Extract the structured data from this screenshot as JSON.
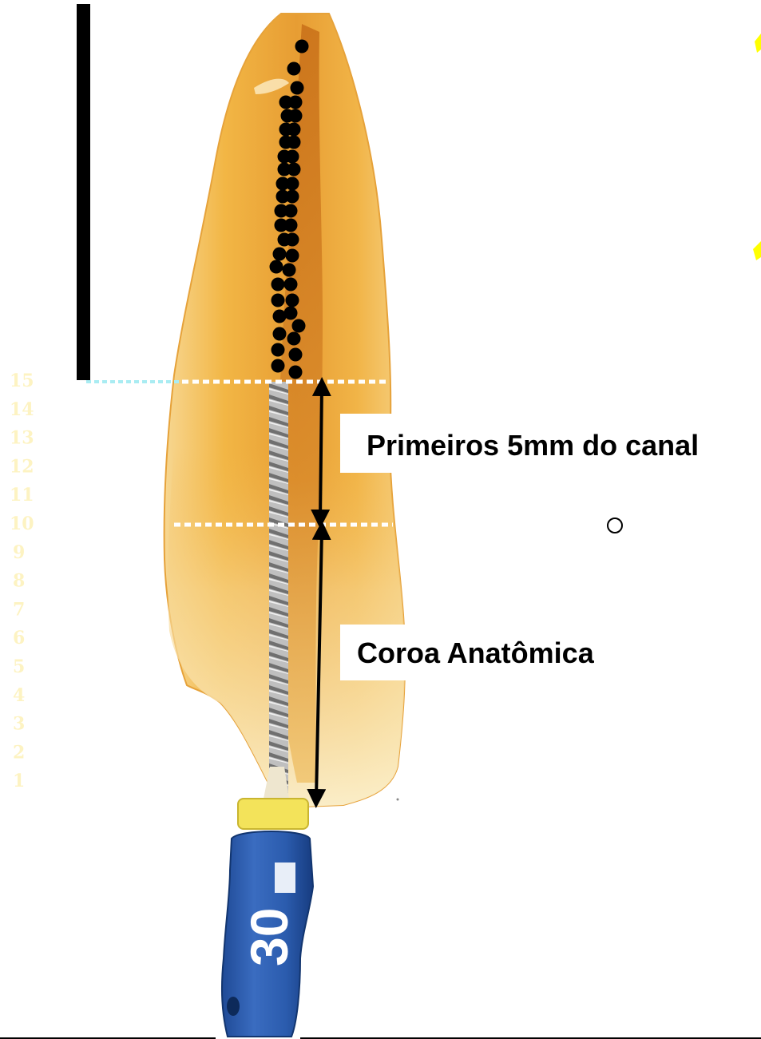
{
  "labels": {
    "canal": "Primeiros 5mm do canal",
    "coroa": "Coroa Anatômica"
  },
  "file_handle": {
    "size_number": "30"
  },
  "ruler": {
    "numbers": [
      "15",
      "14",
      "13",
      "12",
      "11",
      "10",
      "9",
      "8",
      "7",
      "6",
      "5",
      "4",
      "3",
      "2",
      "1"
    ]
  },
  "colors": {
    "tooth_outer": "#f2b645",
    "tooth_inner": "#f9e3a6",
    "canal": "#d47a1c",
    "handle": "#2c5fb0",
    "stopper": "#f3e35a",
    "dashed_line": "#ffffff",
    "cyan_line": "#a9ecf2",
    "ruler_text": "#fdf3c2",
    "marker": "#ffff00"
  },
  "icons": [
    "double-arrow-icon",
    "circle-marker-icon"
  ]
}
